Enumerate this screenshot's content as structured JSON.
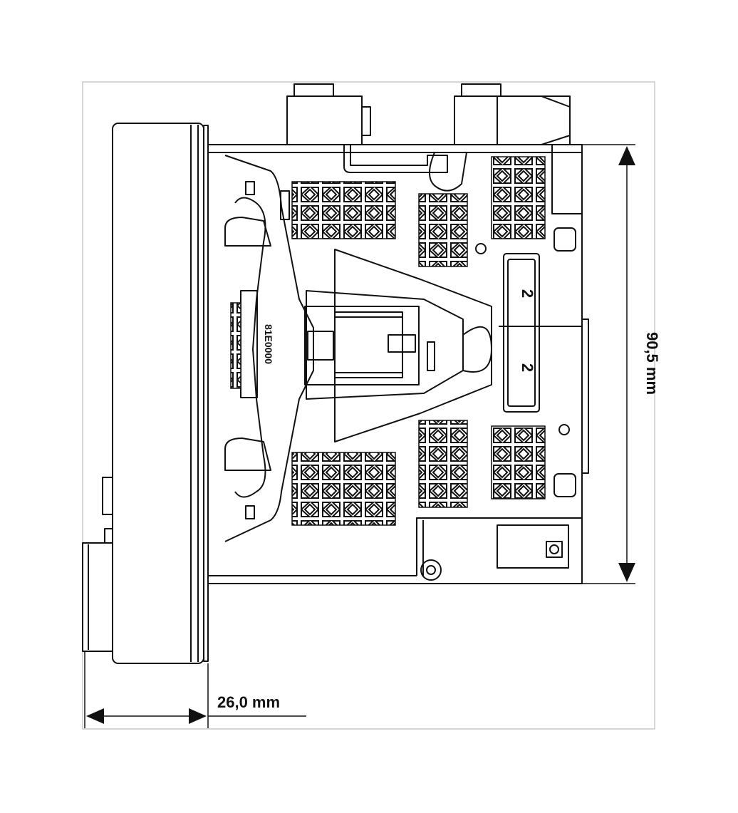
{
  "dimensions": {
    "height_label": "90,5 mm",
    "depth_label": "26,0 mm"
  },
  "module_markings": {
    "slot_top": "2",
    "slot_bottom": "2",
    "part_code": "81E0000"
  },
  "colors": {
    "line": "#111111",
    "frame": "#c8c8c8",
    "background": "#ffffff"
  }
}
